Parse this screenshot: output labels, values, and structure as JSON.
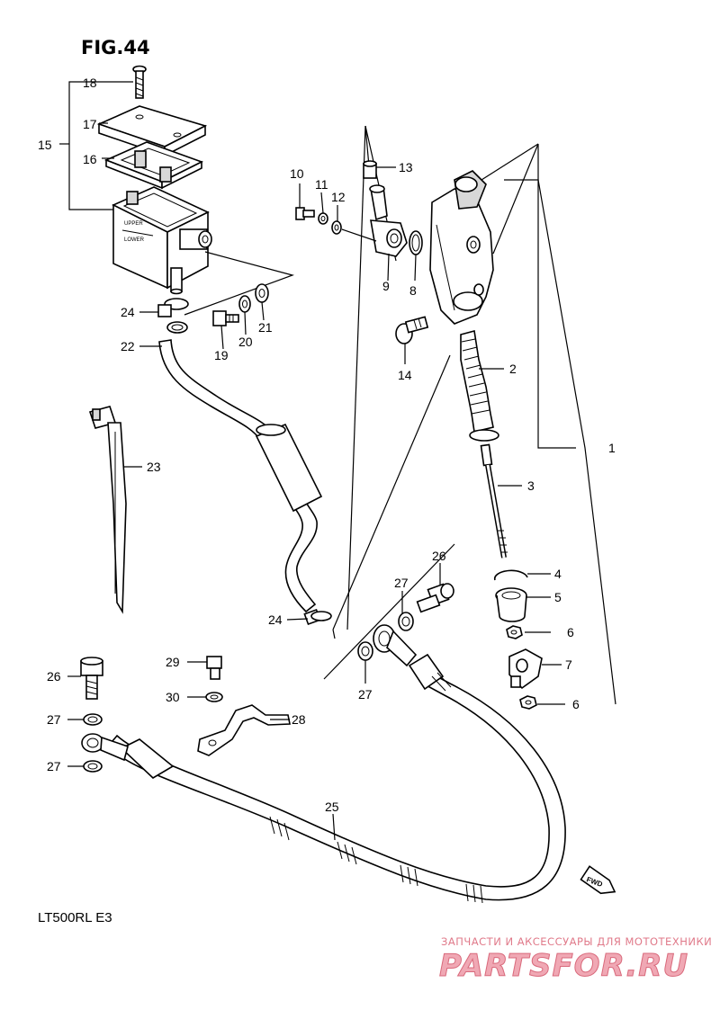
{
  "figure": {
    "title": "FIG.44"
  },
  "model": "LT500RL  E3",
  "fwd_tag": "FWD",
  "watermark": {
    "tagline": "ЗАПЧАСТИ И АКСЕССУАРЫ ДЛЯ МОТОТЕХНИКИ",
    "brand": "PARTSFOR.RU"
  },
  "callouts": {
    "c1": "1",
    "c2": "2",
    "c3": "3",
    "c4": "4",
    "c5": "5",
    "c6a": "6",
    "c6b": "6",
    "c7": "7",
    "c8": "8",
    "c9": "9",
    "c10": "10",
    "c11": "11",
    "c12": "12",
    "c13": "13",
    "c14": "14",
    "c15": "15",
    "c16": "16",
    "c17": "17",
    "c18": "18",
    "c19": "19",
    "c20": "20",
    "c21": "21",
    "c22": "22",
    "c23": "23",
    "c24a": "24",
    "c24b": "24",
    "c25": "25",
    "c26a": "26",
    "c26b": "26",
    "c27a": "27",
    "c27b": "27",
    "c27c": "27",
    "c27d": "27",
    "c28": "28",
    "c29": "29",
    "c30": "30"
  },
  "reservoir_label": {
    "upper": "UPPER",
    "lower": "LOWER"
  }
}
